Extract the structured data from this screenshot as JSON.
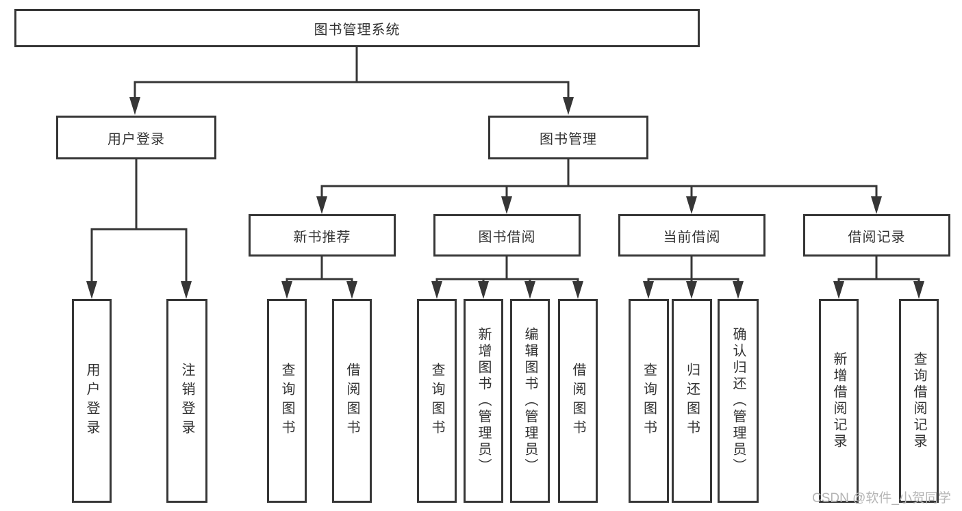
{
  "diagram": {
    "root": {
      "label": "图书管理系统"
    },
    "level2": [
      {
        "label": "用户登录"
      },
      {
        "label": "图书管理"
      }
    ],
    "level3": [
      {
        "label": "新书推荐"
      },
      {
        "label": "图书借阅"
      },
      {
        "label": "当前借阅"
      },
      {
        "label": "借阅记录"
      }
    ],
    "leaves": {
      "user_login": [
        "用户登录",
        "注销登录"
      ],
      "new_book": [
        "查询图书",
        "借阅图书"
      ],
      "book_borrow": [
        "查询图书",
        "新增图书（管理员）",
        "编辑图书（管理员）",
        "借阅图书"
      ],
      "current_borrow": [
        "查询图书",
        "归还图书",
        "确认归还（管理员）"
      ],
      "borrow_record": [
        "新增借阅记录",
        "查询借阅记录"
      ]
    }
  },
  "watermark": {
    "text": "CSDN @软件_小贺同学"
  },
  "colors": {
    "line": "#363636",
    "text": "#333333",
    "background": "#ffffff",
    "watermark": "#b5b5b5"
  }
}
